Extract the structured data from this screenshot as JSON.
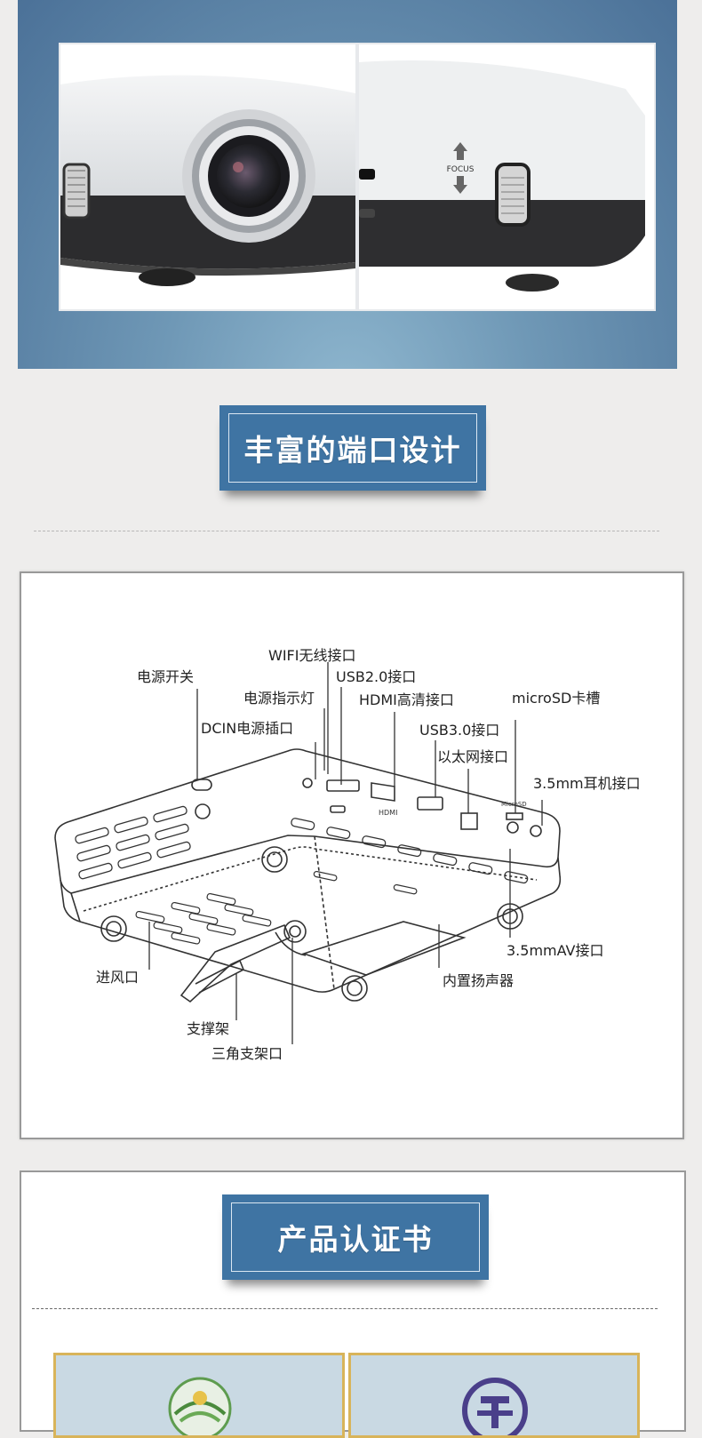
{
  "hero": {
    "focus_label": "FOCUS"
  },
  "sections": {
    "ports_title": "丰富的端口设计",
    "cert_title": "产品认证书"
  },
  "diagram": {
    "device_labels": {
      "hdmi": "HDMI",
      "microsd": "MicroSD"
    },
    "labels": {
      "wifi": "WIFI无线接口",
      "power_switch": "电源开关",
      "usb20": "USB2.0接口",
      "power_led": "电源指示灯",
      "hdmi_port": "HDMI高清接口",
      "microsd_slot": "microSD卡槽",
      "dcin": "DCIN电源插口",
      "usb30": "USB3.0接口",
      "ethernet": "以太网接口",
      "headphone": "3.5mm耳机接口",
      "av": "3.5mmAV接口",
      "air_inlet": "进风口",
      "speaker": "内置扬声器",
      "stand": "支撑架",
      "tripod": "三角支架口"
    }
  }
}
